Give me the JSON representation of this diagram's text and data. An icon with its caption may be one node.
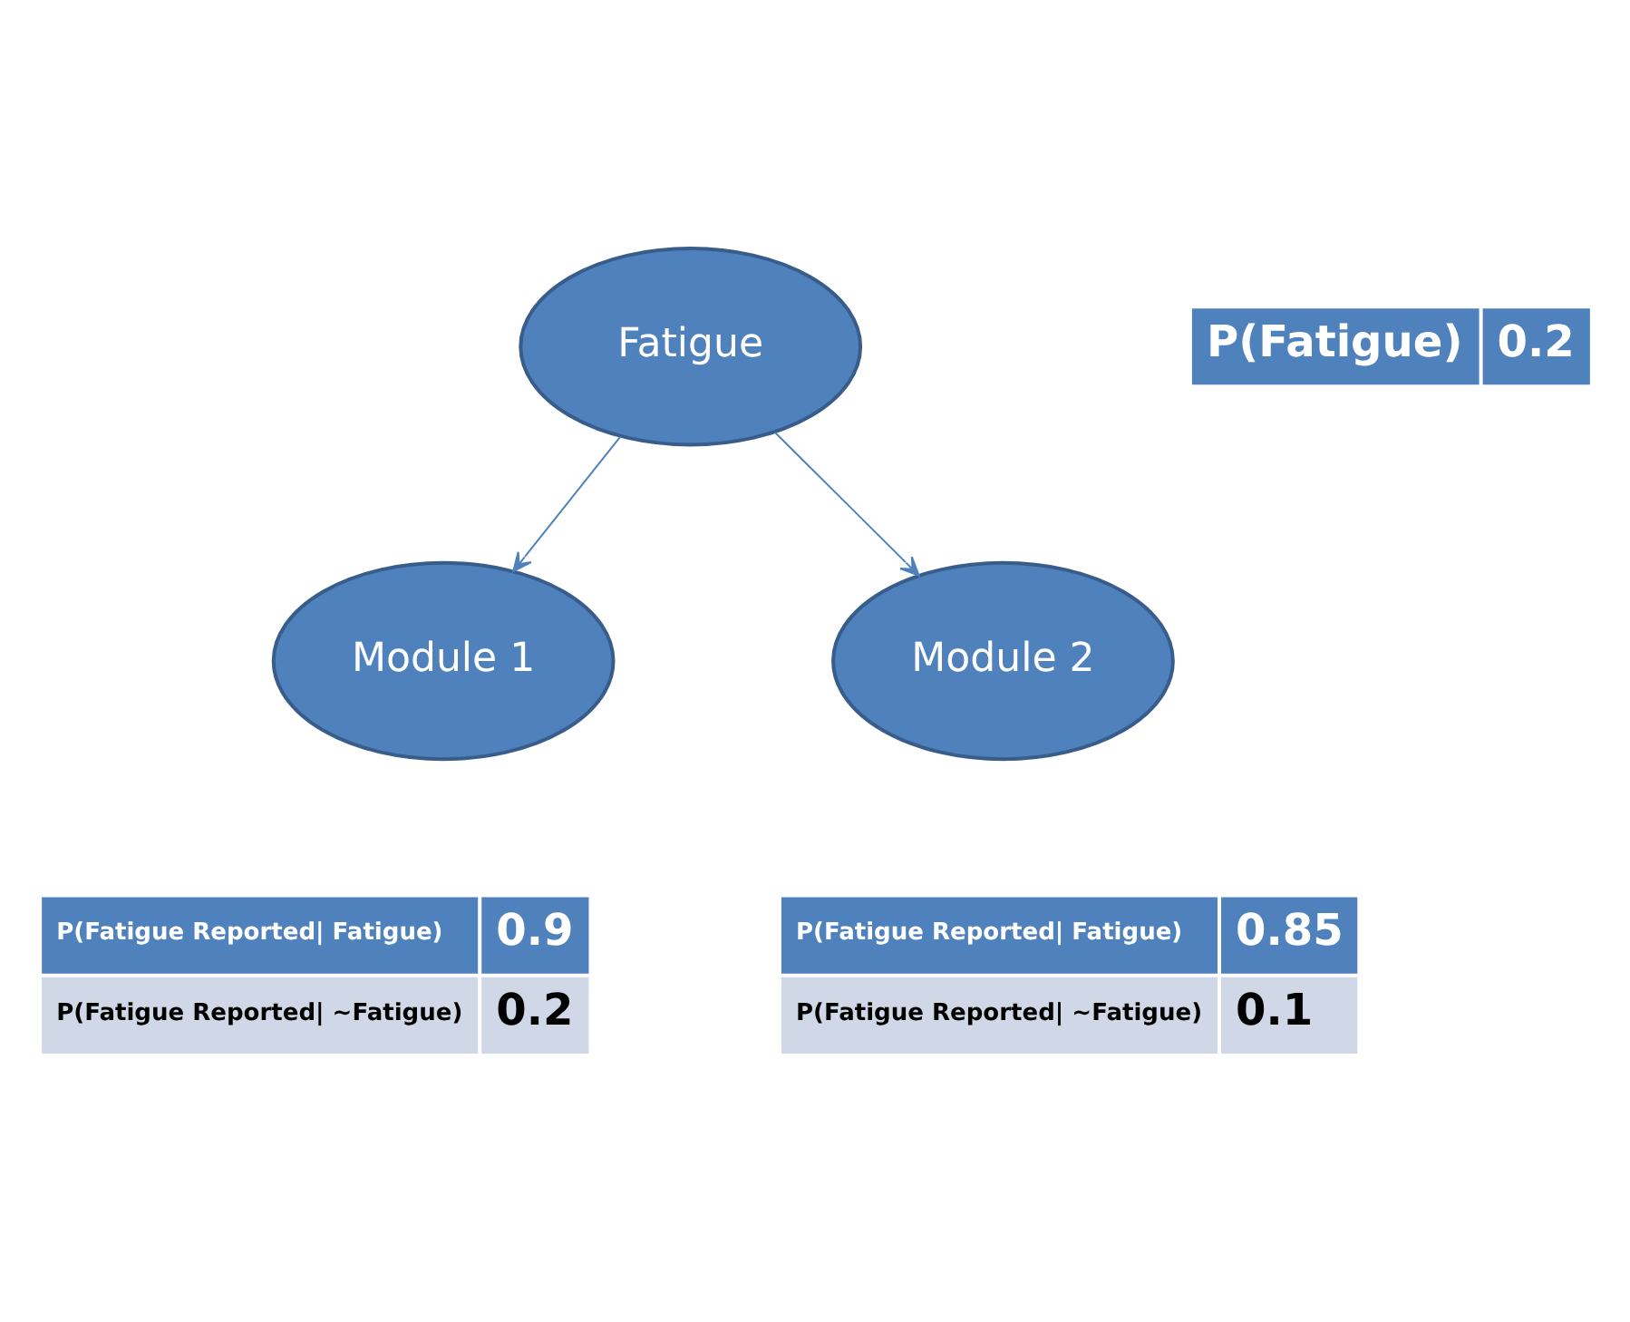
{
  "diagram": {
    "nodes": [
      {
        "text": [
          "Fatigue"
        ]
      },
      {
        "text": [
          "Module 1"
        ]
      },
      {
        "text": [
          "Module 2"
        ]
      }
    ],
    "edges": [
      {
        "from": 0,
        "to": 1,
        "arrow": "to"
      },
      {
        "from": 0,
        "to": 2,
        "arrow": "to"
      }
    ],
    "labels": [
      "P(Fatigue)",
      "0.2",
      "P(Fatigue Reported| Fatigue)",
      "0.9",
      "P(Fatigue Reported| ~Fatigue)",
      "0.2",
      "P(Fatigue Reported| Fatigue)",
      "0.85",
      "P(Fatigue Reported| ~Fatigue)",
      "0.1"
    ]
  }
}
